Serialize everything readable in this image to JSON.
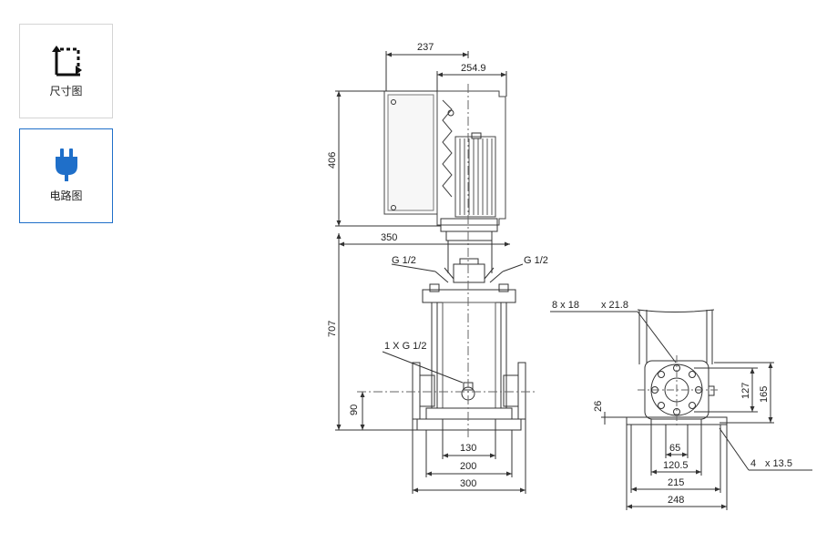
{
  "tabs": [
    {
      "label": "尺寸图",
      "icon": "dimensions-icon",
      "active": false
    },
    {
      "label": "电路图",
      "icon": "plug-icon",
      "active": true
    }
  ],
  "colors": {
    "accent": "#1f6fc9",
    "border": "#d4d4d4",
    "line": "#333333"
  },
  "drawing": {
    "front": {
      "dims": {
        "motor_width": "237",
        "motor_offset": "254.9",
        "motor_height": "406",
        "shaft_total": "350",
        "pump_height": "707",
        "inlet_height": "90",
        "base_inner": "130",
        "base_mid": "200",
        "base_outer": "300"
      },
      "labels": {
        "gauge_left": "G 1/2",
        "gauge_right": "G 1/2",
        "drain": "1 X G 1/2"
      }
    },
    "side": {
      "dims": {
        "bolt_count": "8 x 18",
        "bolt_size": "x 21.8",
        "base_foot": "26",
        "flange_inner": "127",
        "flange_outer": "165",
        "bolt_circle": "65",
        "flange_width": "120.5",
        "base_mid": "215",
        "base_outer": "248",
        "foot_holes_count": "4",
        "foot_holes_size": "x 13.5"
      }
    }
  }
}
